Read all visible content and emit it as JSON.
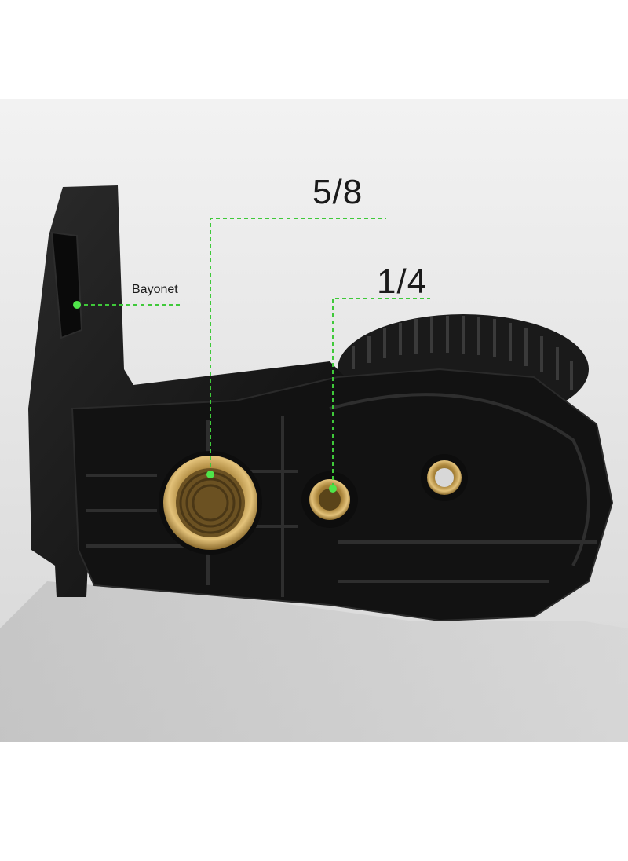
{
  "callouts": {
    "large_thread": "5/8",
    "small_thread": "1/4",
    "bayonet": "Bayonet"
  },
  "colors": {
    "background_band": "#e6e6e6",
    "product_body": "#141414",
    "brass_insert": "#b8913a",
    "callout_line": "#3fc93a"
  }
}
